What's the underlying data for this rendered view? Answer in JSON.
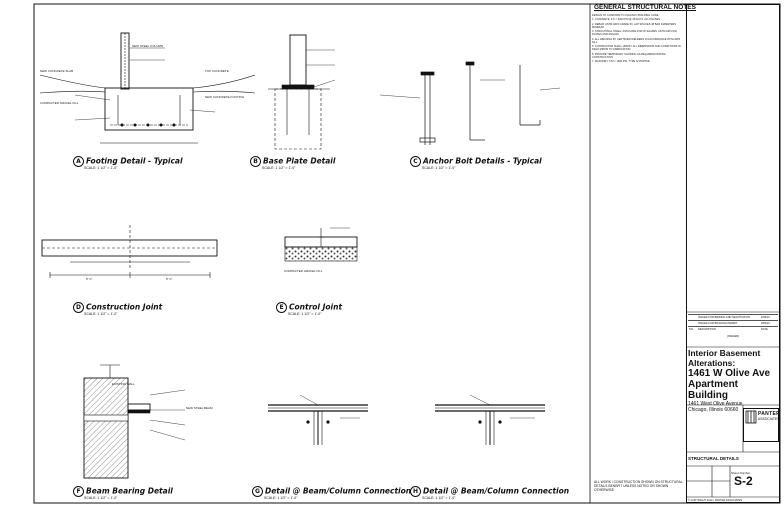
{
  "notes": {
    "title": "GENERAL STRUCTURAL NOTES",
    "paragraphs": [
      "DESIGN TO CONFORM TO CHICAGO BUILDING CODE",
      "1. CONCRETE: F'C = 3000 PSI @ 28 DAYS, ALL PHASES",
      "2. REBAR: ASTM A615 GRADE 60. LAP SPLICES 48 BAR DIAMETERS MINIMUM",
      "3. STRUCTURAL STEEL: ASTM A992 FOR W SHAPES, ASTM A36 FOR PLATES AND ANGLES",
      "4. ALL WELDING BY CERTIFIED WELDERS IN ACCORDANCE WITH AWS D1.1",
      "5. CONTRACTOR SHALL VERIFY ALL DIMENSIONS AND CONDITIONS IN FIELD PRIOR TO FABRICATION",
      "6. PROVIDE TEMPORARY SHORING AS REQUIRED DURING CONSTRUCTION",
      "7. MASONRY: F'M = 1500 PSI, TYPE N MORTAR"
    ],
    "footer": "ALL WORK / CONSTRUCTION SHOWN ON STRUCTURAL DETAILS BENEFIT UNLESS NOTED OR SHOWN OTHERWISE"
  },
  "details": {
    "a": {
      "letter": "A",
      "title": "Footing Detail - Typical",
      "scale": "SCALE: 1 1/2\" = 1'-0\""
    },
    "b": {
      "letter": "B",
      "title": "Base Plate Detail",
      "scale": "SCALE: 1 1/2\" = 1'-0\""
    },
    "c": {
      "letter": "C",
      "title": "Anchor Bolt Details - Typical",
      "scale": "SCALE: 1 1/2\" = 1'-0\""
    },
    "d": {
      "letter": "D",
      "title": "Construction Joint",
      "scale": "SCALE: 1 1/2\" = 1'-0\""
    },
    "e": {
      "letter": "E",
      "title": "Control Joint",
      "scale": "SCALE: 1 1/2\" = 1'-0\""
    },
    "f": {
      "letter": "F",
      "title": "Beam Bearing Detail",
      "scale": "SCALE: 1 1/2\" = 1'-0\""
    },
    "g": {
      "letter": "G",
      "title": "Detail @ Beam/Column Connection",
      "scale": "SCALE: 1 1/2\" = 1'-0\""
    },
    "h": {
      "letter": "H",
      "title": "Detail @ Beam/Column Connection",
      "scale": "SCALE: 1 1/2\" = 1'-0\""
    }
  },
  "labels": {
    "new_steel_column": "NEW STEEL COLUMN",
    "new_concrete_slab": "NEW CONCRETE SLAB",
    "top_concrete": "TOP CONCRETE",
    "new_concrete_footing": "NEW CONCRETE FOOTING",
    "compacted_gravel": "COMPACTED GRAVEL FILL",
    "new_steel_beam": "NEW STEEL BEAM",
    "existing_wall": "EXISTING WALL",
    "dims": {
      "d1": "6\" 0\"",
      "d2": "6\" 0\""
    }
  },
  "revisions": [
    {
      "no": "",
      "desc": "ISSUED FOR BIDDING AND NEGOTIATION",
      "date": "2/08/10"
    },
    {
      "no": "",
      "desc": "ISSUED FOR BUILDING PERMIT",
      "date": "3/09/10"
    },
    {
      "no": "NO.",
      "desc": "DESCRIPTION",
      "date": "DATE"
    }
  ],
  "rev_caption": "(ISSUED)",
  "project": {
    "line1": "Interior Basement Alterations:",
    "line2": "1461 W Olive Ave",
    "line3": "Apartment Building",
    "line4": "1461 West Olive Avenue",
    "line5": "Chicago, Illinois 60660"
  },
  "firm": {
    "name": "PANTER",
    "sub": "ASSOCIATES"
  },
  "sheet": {
    "title": "STRUCTURAL DETAILS",
    "label": "Sheet Number",
    "number": "S-2"
  },
  "copyright": "© COPYRIGHT 2010 • PANTER ASSOCIATES"
}
